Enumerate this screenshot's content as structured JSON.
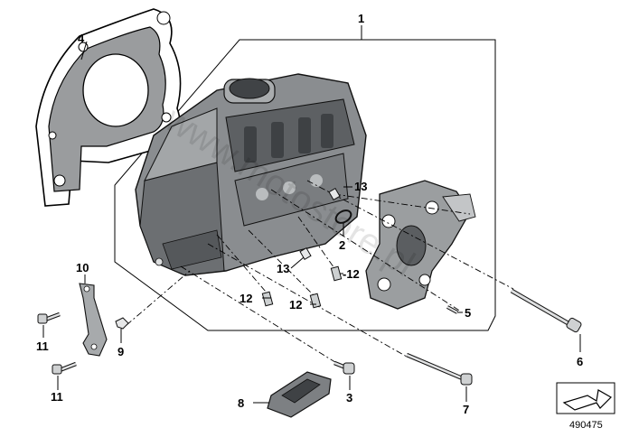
{
  "callouts": {
    "c1": "1",
    "c2": "2",
    "c3": "3",
    "c4": "4",
    "c5": "5",
    "c6": "6",
    "c7": "7",
    "c8": "8",
    "c9": "9",
    "c10": "10",
    "c11a": "11",
    "c11b": "11",
    "c12a": "-12",
    "c12b": "12",
    "c12c": "12",
    "c13a": "13",
    "c13b": "13"
  },
  "reference_number": "490475",
  "watermark": "www.motostore.pl",
  "colors": {
    "part_fill": "#8a8d90",
    "part_dark": "#54575a",
    "part_light": "#c9cbcd",
    "line": "#000000"
  },
  "icons": [
    "reference-arrow-icon"
  ]
}
